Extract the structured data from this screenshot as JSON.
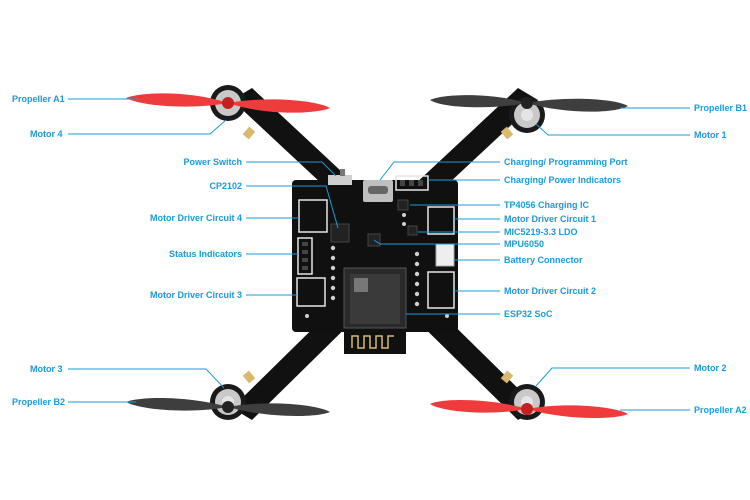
{
  "colors": {
    "accent": "#1a9bd7",
    "board": "#101010",
    "propeller_red": "#ef3b3b",
    "propeller_gray": "#3e3e3e",
    "motor_silver": "#c9c9c9",
    "pad_gold": "#d9b96e"
  },
  "labels": {
    "propeller_a1": "Propeller A1",
    "motor_4": "Motor 4",
    "power_switch": "Power Switch",
    "cp2102": "CP2102",
    "motor_driver_4": "Motor Driver Circuit 4",
    "status_indicators": "Status Indicators",
    "motor_driver_3": "Motor Driver Circuit 3",
    "motor_3": "Motor 3",
    "propeller_b2": "Propeller B2",
    "propeller_b1": "Propeller B1",
    "motor_1": "Motor 1",
    "charging_port": "Charging/ Programming Port",
    "charging_indicators": "Charging/ Power Indicators",
    "tp4056": "TP4056 Charging IC",
    "motor_driver_1": "Motor Driver Circuit 1",
    "ldo": "MIC5219-3.3 LDO",
    "mpu6050": "MPU6050",
    "battery_connector": "Battery Connector",
    "motor_driver_2": "Motor Driver Circuit 2",
    "esp32": "ESP32 SoC",
    "motor_2": "Motor 2",
    "propeller_a2": "Propeller A2"
  }
}
